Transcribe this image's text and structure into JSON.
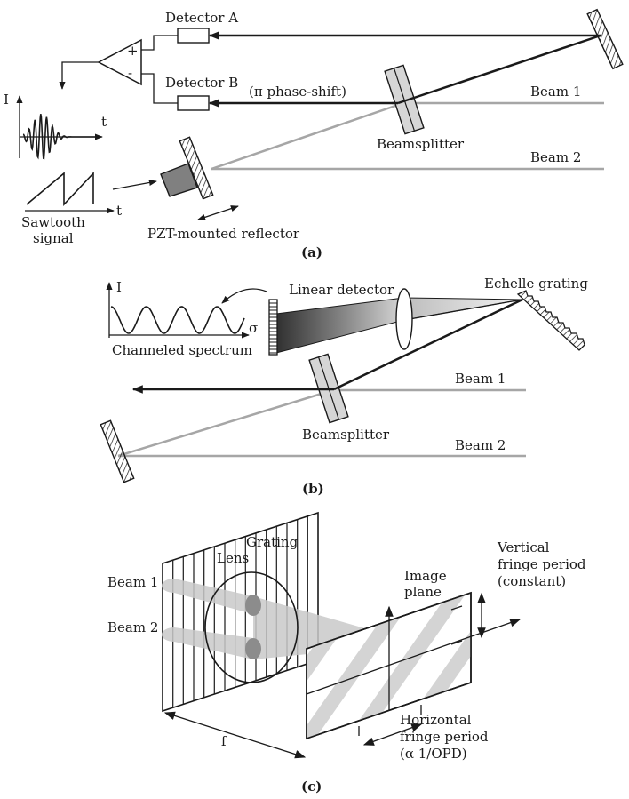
{
  "panel_a": {
    "caption": "(a)",
    "detector_a": "Detector A",
    "detector_b": "Detector B",
    "phase_shift": "(π phase-shift)",
    "beam1": "Beam 1",
    "beam2": "Beam 2",
    "beamsplitter": "Beamsplitter",
    "pzt": "PZT-mounted reflector",
    "sawtooth_line1": "Sawtooth",
    "sawtooth_line2": "signal",
    "amp_plus": "+",
    "amp_minus": "-",
    "axis_i": "I",
    "axis_t1": "t",
    "axis_t2": "t"
  },
  "panel_b": {
    "caption": "(b)",
    "linear_detector": "Linear detector",
    "echelle": "Echelle grating",
    "channeled": "Channeled spectrum",
    "axis_i": "I",
    "axis_sigma": "σ",
    "beam1": "Beam 1",
    "beam2": "Beam 2",
    "beamsplitter": "Beamsplitter"
  },
  "panel_c": {
    "caption": "(c)",
    "grating": "Grating",
    "lens": "Lens",
    "beam1": "Beam 1",
    "beam2": "Beam 2",
    "image_line1": "Image",
    "image_line2": "plane",
    "vertical_line1": "Vertical",
    "vertical_line2": "fringe period",
    "vertical_line3": "(constant)",
    "horizontal_line1": "Horizontal",
    "horizontal_line2": "fringe period",
    "horizontal_line3": "(α 1/OPD)",
    "focal": "f"
  },
  "colors": {
    "ink": "#1a1a1a",
    "beam_grey": "#a6a6a6",
    "light_grey": "#d0d0d0",
    "pzt_fill": "#808080"
  }
}
